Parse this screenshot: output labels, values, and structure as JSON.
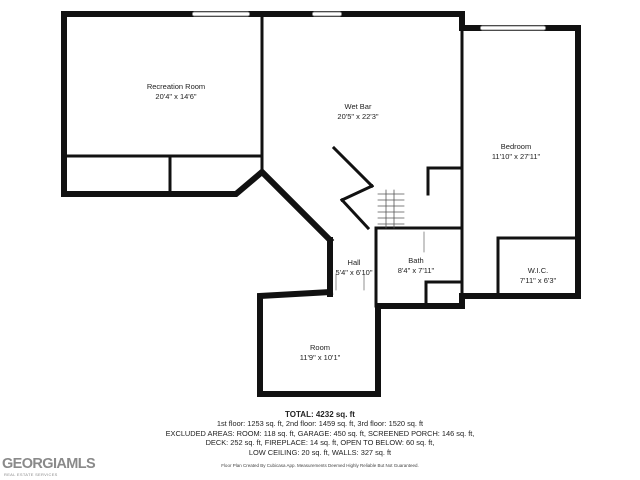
{
  "rooms": {
    "recreation": {
      "name": "Recreation Room",
      "dims": "20'4\" x 14'6\""
    },
    "wetbar": {
      "name": "Wet Bar",
      "dims": "20'5\" x 22'3\""
    },
    "bedroom": {
      "name": "Bedroom",
      "dims": "11'10\" x 27'11\""
    },
    "hall": {
      "name": "Hall",
      "dims": "5'4\" x 6'10\""
    },
    "bath": {
      "name": "Bath",
      "dims": "8'4\" x 7'11\""
    },
    "wic": {
      "name": "W.I.C.",
      "dims": "7'11\" x 6'3\""
    },
    "room": {
      "name": "Room",
      "dims": "11'9\" x 10'1\""
    }
  },
  "summary": {
    "total": "TOTAL: 4232 sq. ft",
    "line1": "1st floor: 1253 sq. ft, 2nd floor: 1459 sq. ft, 3rd floor: 1520 sq. ft",
    "line2": "EXCLUDED AREAS: ROOM: 118 sq. ft, GARAGE: 450 sq. ft, SCREENED PORCH: 146 sq. ft,",
    "line3": "DECK: 252 sq. ft, FIREPLACE: 14 sq. ft, OPEN TO BELOW: 60 sq. ft,",
    "line4": "LOW CEILING: 20 sq. ft, WALLS: 327 sq. ft"
  },
  "credit": "Floor Plan Created By Cubicasa App. Measurements Deemed Highly Reliable But Not Guaranteed.",
  "logo": {
    "brand": "GEORGIAMLS",
    "tagline": "REAL ESTATE SERVICES"
  }
}
